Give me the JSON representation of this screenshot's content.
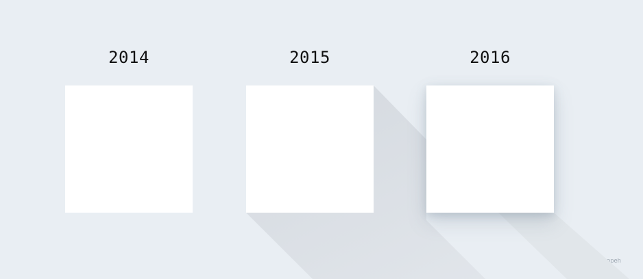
{
  "years": {
    "first": "2014",
    "second": "2015",
    "third": "2016"
  },
  "credit": "@chopeh",
  "colors": {
    "background": "#e9eef3",
    "card": "#ffffff",
    "text": "#111111",
    "shadow": "#dbe0e5"
  }
}
